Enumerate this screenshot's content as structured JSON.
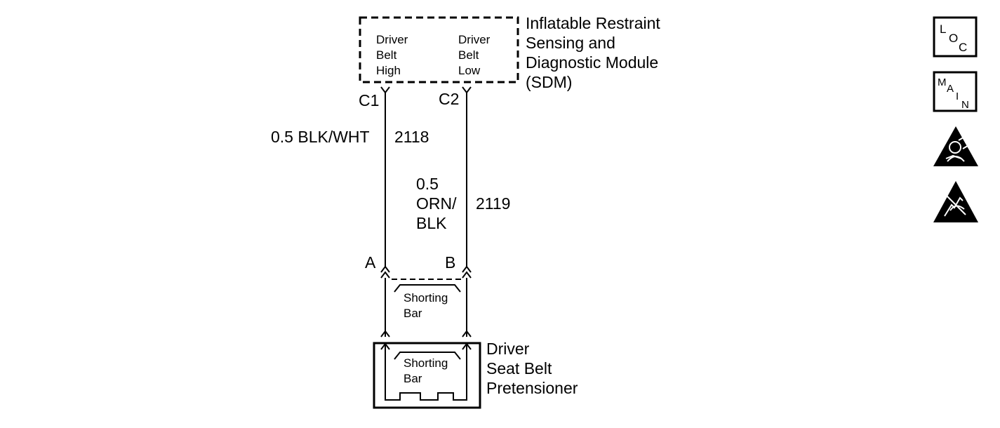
{
  "module": {
    "title_lines": [
      "Inflatable Restraint",
      "Sensing and",
      "Diagnostic Module",
      "(SDM)"
    ],
    "pin_left_lines": [
      "Driver",
      "Belt",
      "High"
    ],
    "pin_right_lines": [
      "Driver",
      "Belt",
      "Low"
    ]
  },
  "connectors": {
    "c1": "C1",
    "c2": "C2",
    "a": "A",
    "b": "B"
  },
  "wires": {
    "left": {
      "color": "0.5 BLK/WHT",
      "circuit": "2118"
    },
    "right": {
      "color_lines": [
        "0.5",
        "ORN/",
        "BLK"
      ],
      "circuit": "2119"
    }
  },
  "shorting_bar_upper": [
    "Shorting",
    "Bar"
  ],
  "shorting_bar_lower": [
    "Shorting",
    "Bar"
  ],
  "pretensioner": {
    "title_lines": [
      "Driver",
      "Seat Belt",
      "Pretensioner"
    ]
  },
  "side_icons": {
    "loc": {
      "icon": "loc-icon",
      "letters": [
        "L",
        "O",
        "C"
      ]
    },
    "main": {
      "icon": "main-icon",
      "letters": [
        "M",
        "A",
        "I",
        "N"
      ]
    },
    "airbag_warning": {
      "icon": "airbag-warning-icon"
    },
    "esd_warning": {
      "icon": "esd-warning-icon"
    }
  }
}
